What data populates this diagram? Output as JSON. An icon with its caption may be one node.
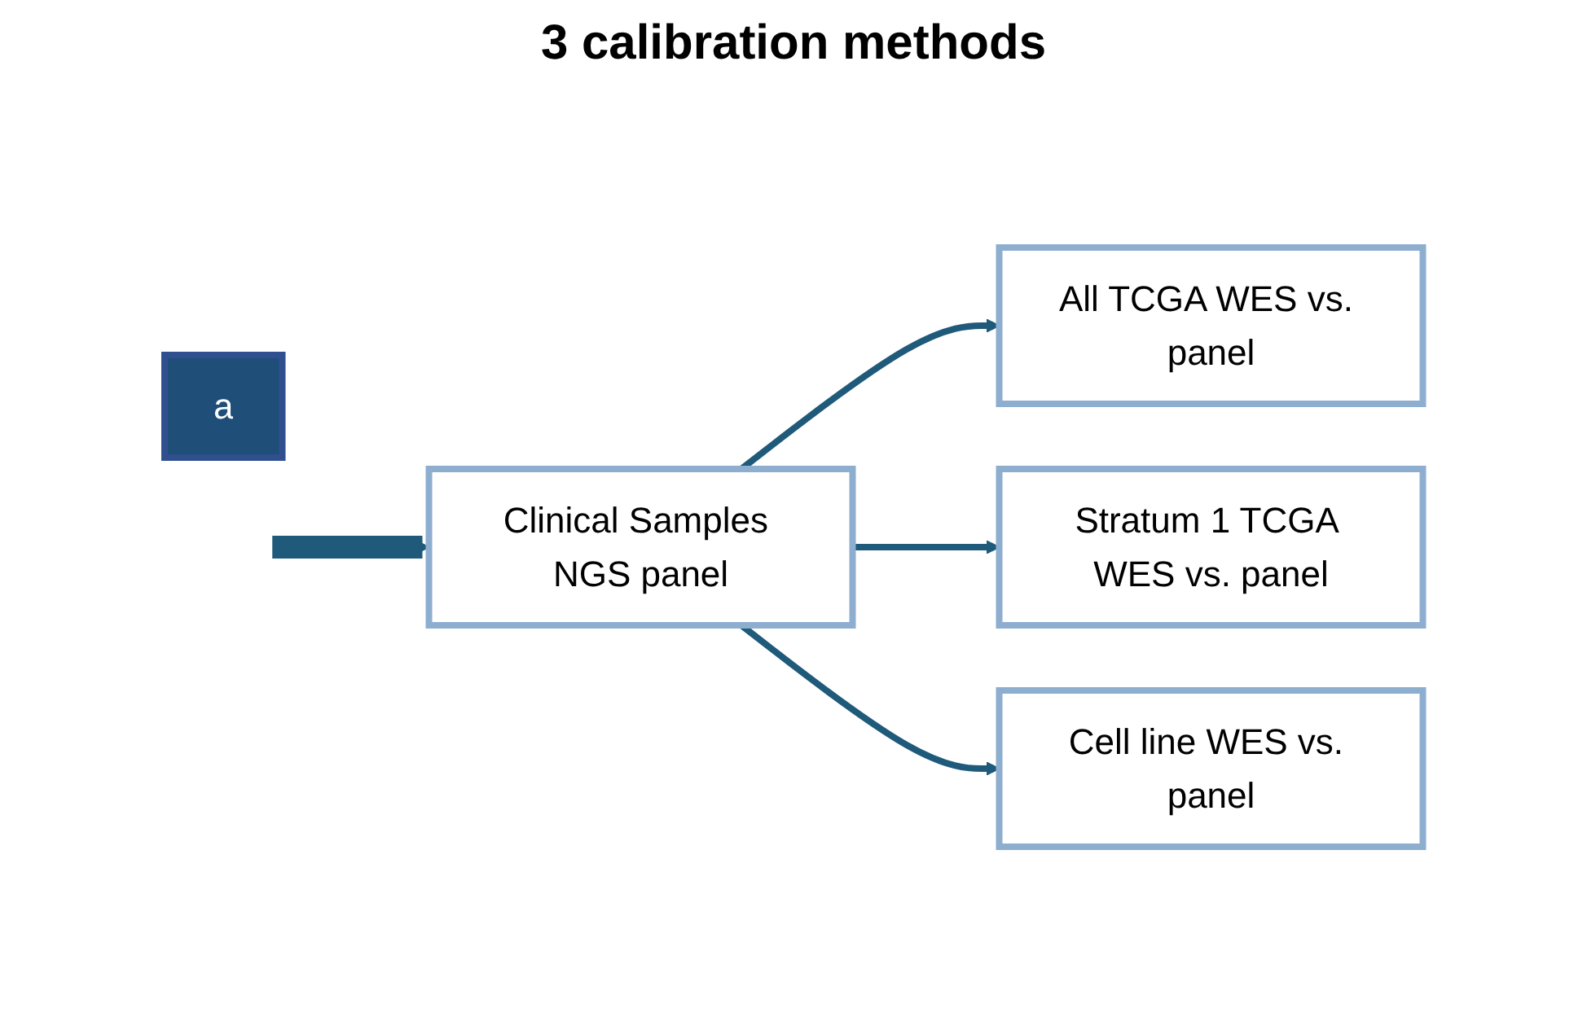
{
  "diagram": {
    "nodes": [
      {
        "text": [
          "Clinical Samples NGS panel"
        ]
      },
      {
        "text": [
          "All TCGA WES vs. panel"
        ]
      },
      {
        "text": [
          "Stratum 1 TCGA WES vs. panel"
        ]
      },
      {
        "text": [
          "Cell line WES vs. panel"
        ]
      },
      {
        "text": [
          "a"
        ]
      }
    ],
    "edges": [
      {
        "from": null,
        "to": 0,
        "arrow": "to",
        "style": "thick"
      },
      {
        "from": 0,
        "to": 1,
        "arrow": "to"
      },
      {
        "from": 0,
        "to": 2,
        "arrow": "to"
      },
      {
        "from": 0,
        "to": 3,
        "arrow": "to"
      }
    ],
    "labels": [
      "3 calibration methods"
    ]
  }
}
